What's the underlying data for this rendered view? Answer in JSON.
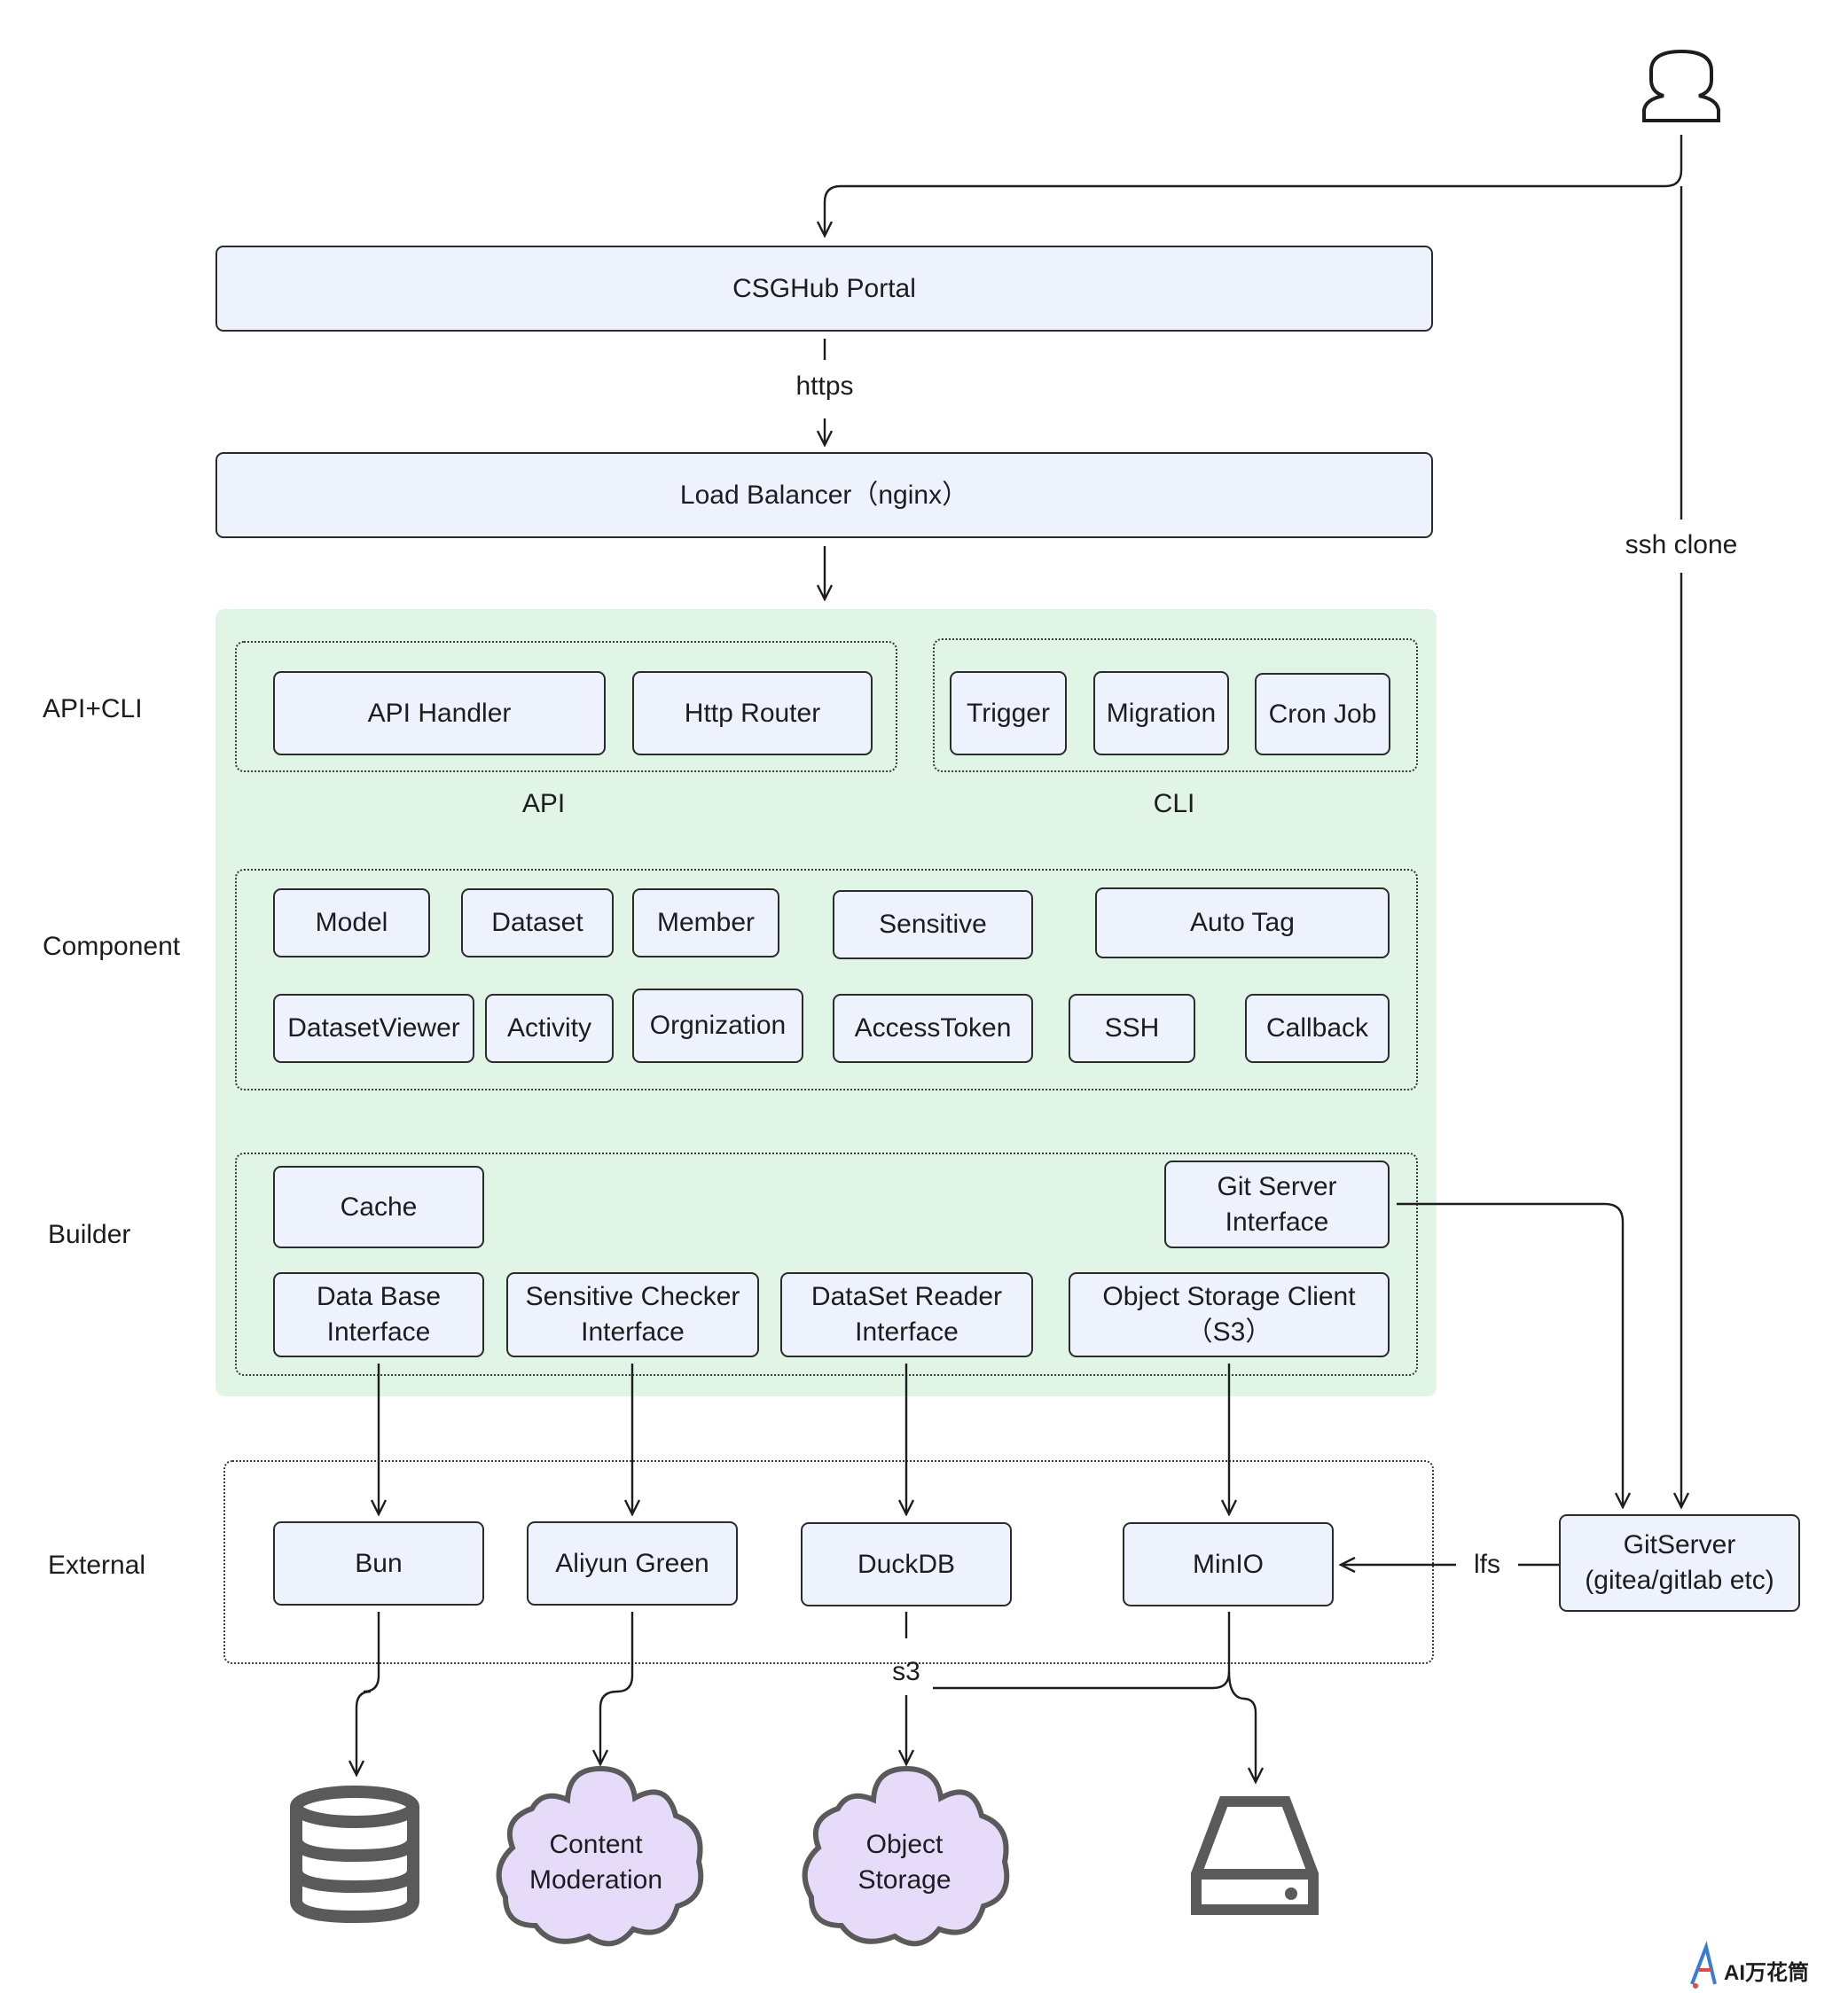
{
  "portal": "CSGHub Portal",
  "https_label": "https",
  "load_balancer": "Load Balancer（nginx）",
  "ssh_clone": "ssh clone",
  "rows": {
    "api_cli": "API+CLI",
    "component": "Component",
    "builder": "Builder",
    "external": "External"
  },
  "api": {
    "title": "API",
    "handler": "API Handler",
    "router": "Http Router"
  },
  "cli": {
    "title": "CLI",
    "trigger": "Trigger",
    "migration": "Migration",
    "cron": "Cron Job"
  },
  "components": {
    "model": "Model",
    "dataset": "Dataset",
    "member": "Member",
    "sensitive": "Sensitive",
    "autotag": "Auto Tag",
    "datasetviewer": "DatasetViewer",
    "activity": "Activity",
    "organization": "Orgnization",
    "accesstoken": "AccessToken",
    "ssh": "SSH",
    "callback": "Callback"
  },
  "builder": {
    "cache": "Cache",
    "git_server_interface": "Git Server\nInterface",
    "database_interface": "Data Base\nInterface",
    "sensitive_checker": "Sensitive Checker\nInterface",
    "dataset_reader": "DataSet Reader\nInterface",
    "object_storage_client": "Object Storage Client\n（S3）"
  },
  "external": {
    "bun": "Bun",
    "aliyun": "Aliyun Green",
    "duckdb": "DuckDB",
    "minio": "MinIO"
  },
  "gitserver": "GitServer\n(gitea/gitlab etc)",
  "lfs_label": "lfs",
  "s3_label": "s3",
  "clouds": {
    "content_moderation": "Content\nModeration",
    "object_storage": "Object\nStorage"
  },
  "icons": [
    "user-icon",
    "database-icon",
    "hard-drive-icon",
    "watermark-logo"
  ],
  "watermark": "AI万花筒",
  "colors": {
    "box_fill": "#eef2fd",
    "container_fill": "#e0f5e5",
    "cloud_fill": "#e6dcfa"
  }
}
